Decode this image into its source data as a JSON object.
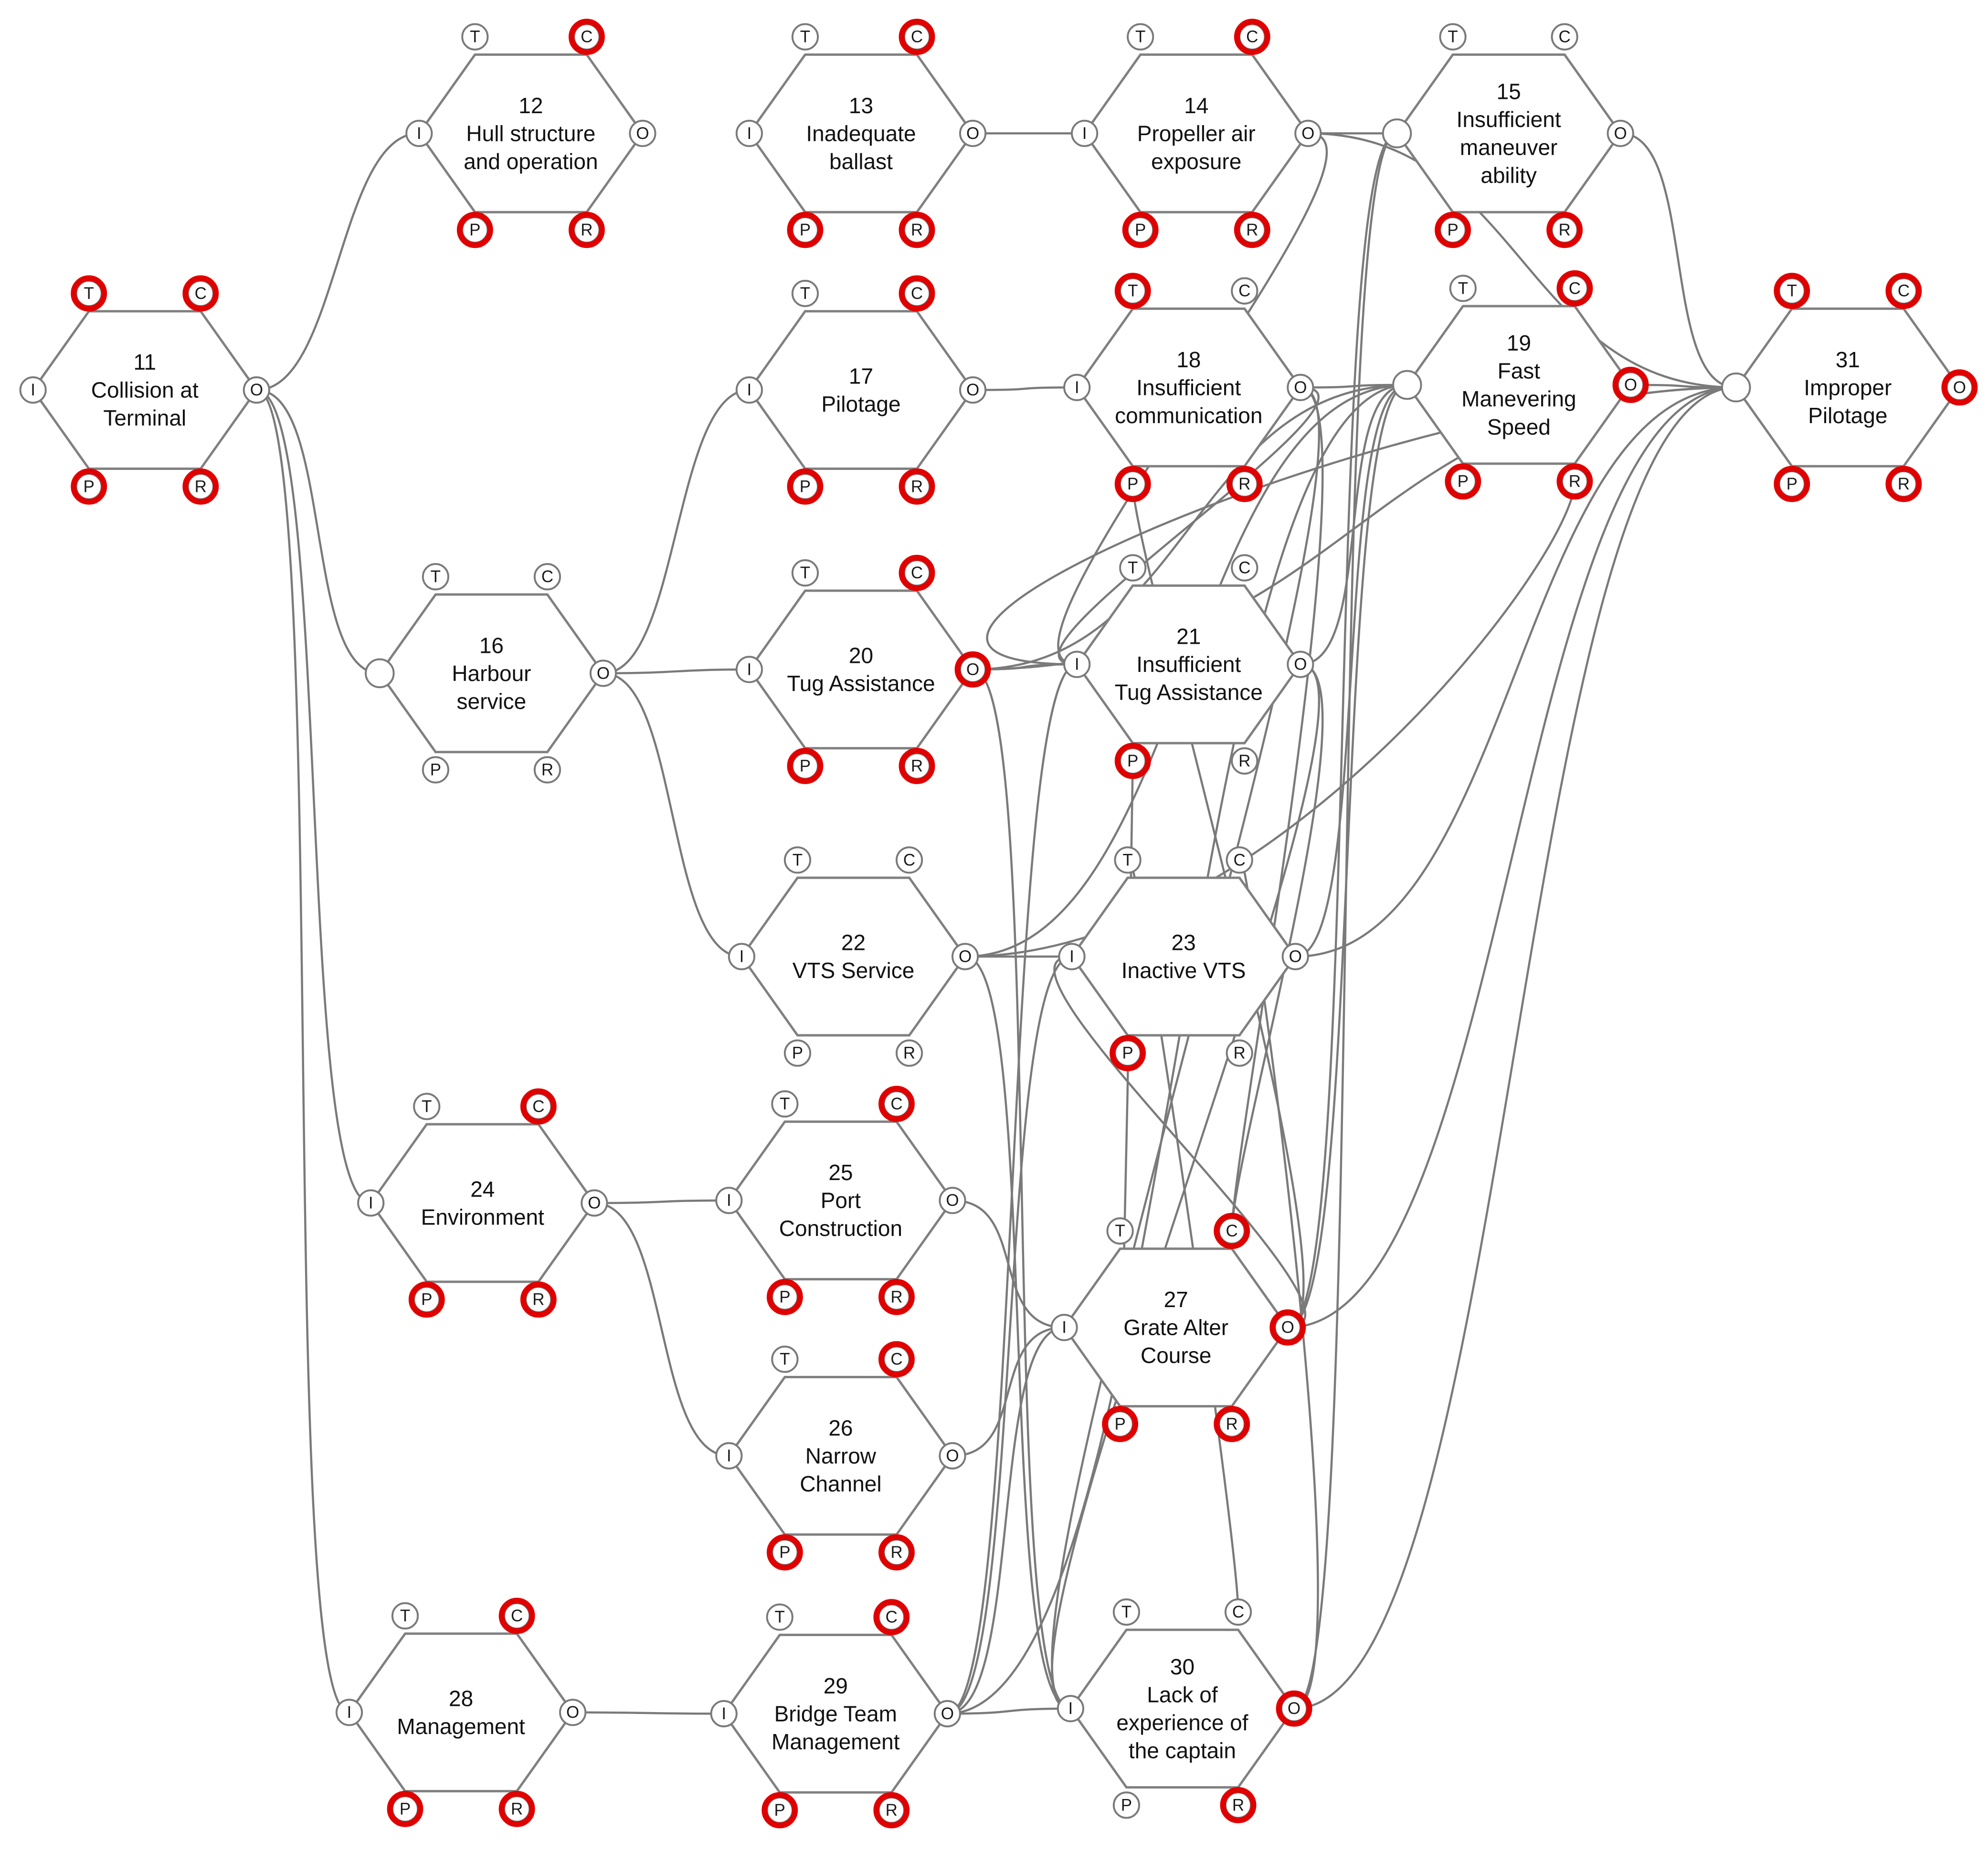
{
  "colors": {
    "highlight": "#e00000",
    "edge": "#7a7a7a",
    "hex_stroke": "#808080"
  },
  "functions": [
    {
      "id": "11",
      "lines": [
        "11",
        "Collision at",
        "Terminal"
      ],
      "highlighted": [
        "T",
        "C",
        "P",
        "R"
      ]
    },
    {
      "id": "12",
      "lines": [
        "12",
        "Hull structure",
        "and operation"
      ],
      "highlighted": [
        "C",
        "P",
        "R"
      ]
    },
    {
      "id": "13",
      "lines": [
        "13",
        "Inadequate",
        "ballast"
      ],
      "highlighted": [
        "C",
        "P",
        "R"
      ]
    },
    {
      "id": "14",
      "lines": [
        "14",
        "Propeller air",
        "exposure"
      ],
      "highlighted": [
        "C",
        "P",
        "R"
      ]
    },
    {
      "id": "15",
      "lines": [
        "15",
        "Insufficient",
        "maneuver",
        "ability"
      ],
      "highlighted": [
        "P",
        "R"
      ]
    },
    {
      "id": "16",
      "lines": [
        "16",
        "Harbour",
        "service"
      ],
      "highlighted": []
    },
    {
      "id": "17",
      "lines": [
        "17",
        "Pilotage"
      ],
      "highlighted": [
        "C",
        "P",
        "R"
      ]
    },
    {
      "id": "18",
      "lines": [
        "18",
        "Insufficient",
        "communication"
      ],
      "highlighted": [
        "T",
        "P",
        "R"
      ]
    },
    {
      "id": "19",
      "lines": [
        "19",
        "Fast",
        "Manevering",
        "Speed"
      ],
      "highlighted": [
        "C",
        "O",
        "P",
        "R"
      ]
    },
    {
      "id": "20",
      "lines": [
        "20",
        "Tug Assistance"
      ],
      "highlighted": [
        "C",
        "O",
        "P",
        "R"
      ]
    },
    {
      "id": "21",
      "lines": [
        "21",
        "Insufficient",
        "Tug Assistance"
      ],
      "highlighted": [
        "P"
      ]
    },
    {
      "id": "22",
      "lines": [
        "22",
        "VTS Service"
      ],
      "highlighted": []
    },
    {
      "id": "23",
      "lines": [
        "23",
        "Inactive VTS"
      ],
      "highlighted": [
        "P"
      ]
    },
    {
      "id": "24",
      "lines": [
        "24",
        "Environment"
      ],
      "highlighted": [
        "C",
        "P",
        "R"
      ]
    },
    {
      "id": "25",
      "lines": [
        "25",
        "Port",
        "Construction"
      ],
      "highlighted": [
        "C",
        "P",
        "R"
      ]
    },
    {
      "id": "26",
      "lines": [
        "26",
        "Narrow",
        "Channel"
      ],
      "highlighted": [
        "C",
        "P",
        "R"
      ]
    },
    {
      "id": "27",
      "lines": [
        "27",
        "Grate Alter",
        "Course"
      ],
      "highlighted": [
        "C",
        "O",
        "P",
        "R"
      ]
    },
    {
      "id": "28",
      "lines": [
        "28",
        "Management"
      ],
      "highlighted": [
        "C",
        "P",
        "R"
      ]
    },
    {
      "id": "29",
      "lines": [
        "29",
        "Bridge Team",
        "Management"
      ],
      "highlighted": [
        "C",
        "P",
        "R"
      ]
    },
    {
      "id": "30",
      "lines": [
        "30",
        "Lack of",
        "experience of",
        "the captain"
      ],
      "highlighted": [
        "O",
        "R"
      ]
    },
    {
      "id": "31",
      "lines": [
        "31",
        "Improper",
        "Pilotage"
      ],
      "highlighted": [
        "T",
        "C",
        "O",
        "P",
        "R"
      ]
    }
  ],
  "port_labels": {
    "T": "T",
    "C": "C",
    "O": "O",
    "R": "R",
    "P": "P",
    "I": "I"
  }
}
